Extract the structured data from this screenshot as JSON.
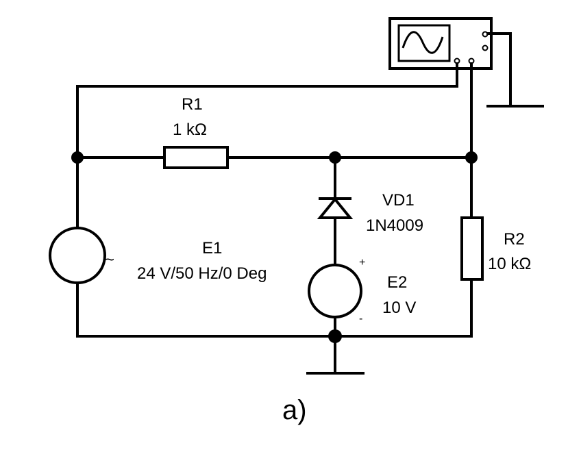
{
  "components": {
    "r1": {
      "ref": "R1",
      "value": "1 kΩ"
    },
    "r2": {
      "ref": "R2",
      "value": "10 kΩ"
    },
    "vd1": {
      "ref": "VD1",
      "value": "1N4009"
    },
    "e1": {
      "ref": "E1",
      "value": "24 V/50 Hz/0 Deg",
      "symbol": "~"
    },
    "e2": {
      "ref": "E2",
      "value": "10 V",
      "plus": "+",
      "minus": "-"
    }
  },
  "caption": "a)",
  "icons": {
    "oscilloscope": "oscilloscope-icon",
    "ground": "ground-icon",
    "ac-source": "ac-source-icon",
    "dc-source": "dc-source-icon",
    "diode": "diode-icon",
    "resistor": "resistor-icon"
  }
}
